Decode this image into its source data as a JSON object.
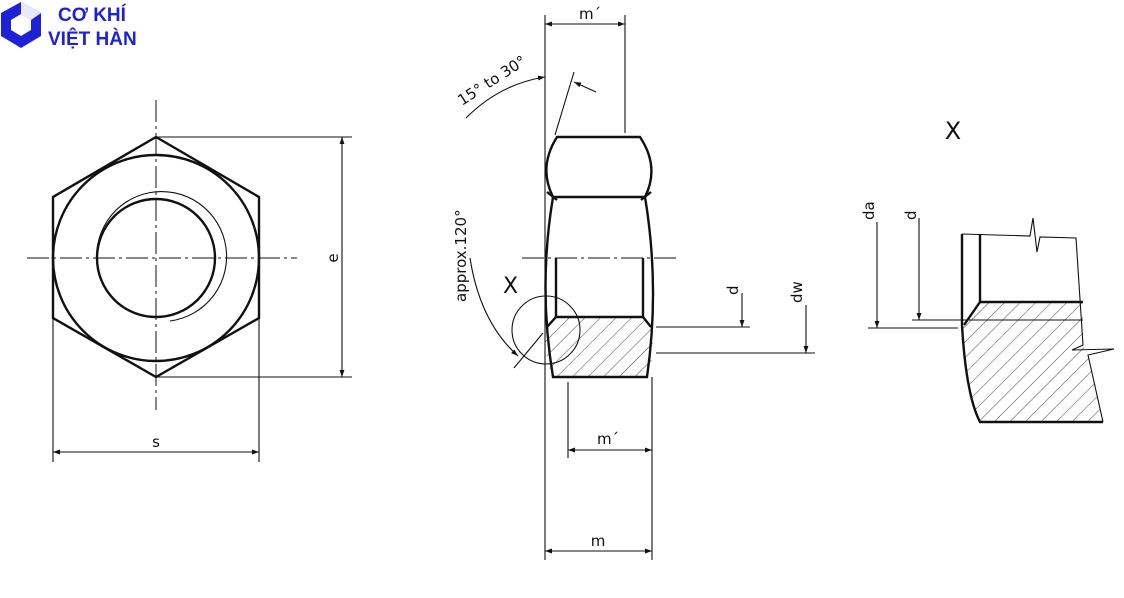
{
  "logo": {
    "line1": "CƠ KHÍ",
    "line2": "VIỆT HÀN",
    "color": "#1e22d6"
  },
  "front_view": {
    "label_e": "e",
    "label_s": "s"
  },
  "side_view": {
    "label_m_prime_top": "m´",
    "label_m_prime_bottom": "m´",
    "label_m": "m",
    "label_angle_chamfer": "15° to 30°",
    "label_angle_countersink": "approx.120°",
    "label_detail": "X",
    "label_d": "d",
    "label_dw": "dw"
  },
  "detail_view": {
    "title": "X",
    "label_da": "da",
    "label_d": "d"
  }
}
